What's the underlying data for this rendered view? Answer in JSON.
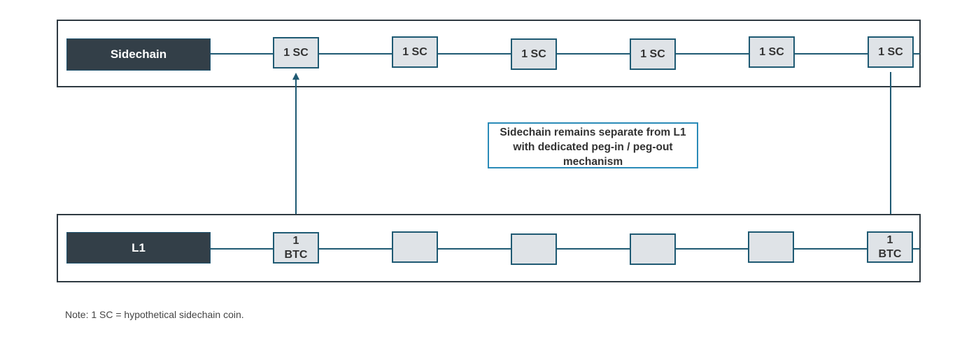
{
  "sidechain": {
    "label": "Sidechain",
    "blocks": [
      "1 SC",
      "1 SC",
      "1 SC",
      "1 SC",
      "1 SC",
      "1 SC"
    ]
  },
  "l1": {
    "label": "L1",
    "blocks": [
      "1\nBTC",
      "",
      "",
      "",
      "",
      "1\nBTC"
    ]
  },
  "callout": "Sidechain remains separate from L1 with dedicated peg-in / peg-out mechanism",
  "note": "Note: 1 SC = hypothetical sidechain coin.",
  "colors": {
    "label_bg": "#333f48",
    "line": "#1f5a73",
    "block_fill": "#dfe3e7",
    "callout_border": "#2a8bb8"
  }
}
